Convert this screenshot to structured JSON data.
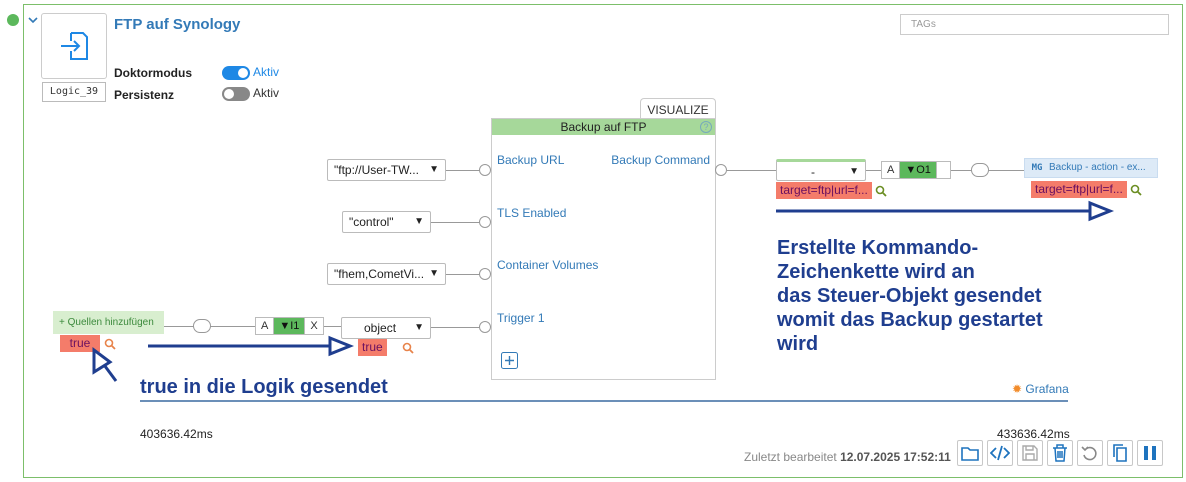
{
  "header": {
    "title": "FTP auf Synology",
    "logic_id": "Logic_39",
    "tags_placeholder": "TAGs"
  },
  "settings": {
    "doktormodus_label": "Doktormodus",
    "doktormodus_state": "Aktiv",
    "persistenz_label": "Persistenz",
    "persistenz_state": "Aktiv"
  },
  "block": {
    "visualize_label": "VISUALIZE",
    "title": "Backup auf FTP",
    "inputs": [
      "Backup URL",
      "TLS Enabled",
      "Container Volumes",
      "Trigger 1"
    ],
    "output": "Backup Command"
  },
  "inputs": {
    "backup_url_value": "\"ftp://User-TW...",
    "tls_value": "\"control\"",
    "volumes_value": "\"fhem,CometVi...",
    "trigger_value": "object",
    "trigger_payload": "true",
    "add_sources_label": "+ Quellen hinzufügen",
    "source_payload": "true",
    "filter": {
      "a": "A",
      "f": "I1",
      "x": "X"
    }
  },
  "output": {
    "selector_value": "-",
    "payload": "target=ftp|url=f...",
    "filter": {
      "a": "A",
      "f": "O1"
    },
    "mg_prefix": "MG",
    "mg_label": "Backup - action - ex...",
    "mg_payload": "target=ftp|url=f..."
  },
  "annotations": {
    "right_lines": [
      "Erstellte Kommando-",
      "Zeichenkette wird an",
      "das Steuer-Objekt gesendet",
      "womit das Backup gestartet",
      "wird"
    ],
    "left": "true in die Logik gesendet"
  },
  "footer": {
    "grafana_label": "Grafana",
    "ts_start": "403636.42ms",
    "ts_end": "433636.42ms",
    "edited_prefix": "Zuletzt bearbeitet",
    "edited_date": "12.07.2025 17:52:11"
  },
  "colors": {
    "accent": "#337ab7",
    "success": "#5cb85c",
    "annotation": "#1f3e8f",
    "payload": "#f47c6a"
  }
}
